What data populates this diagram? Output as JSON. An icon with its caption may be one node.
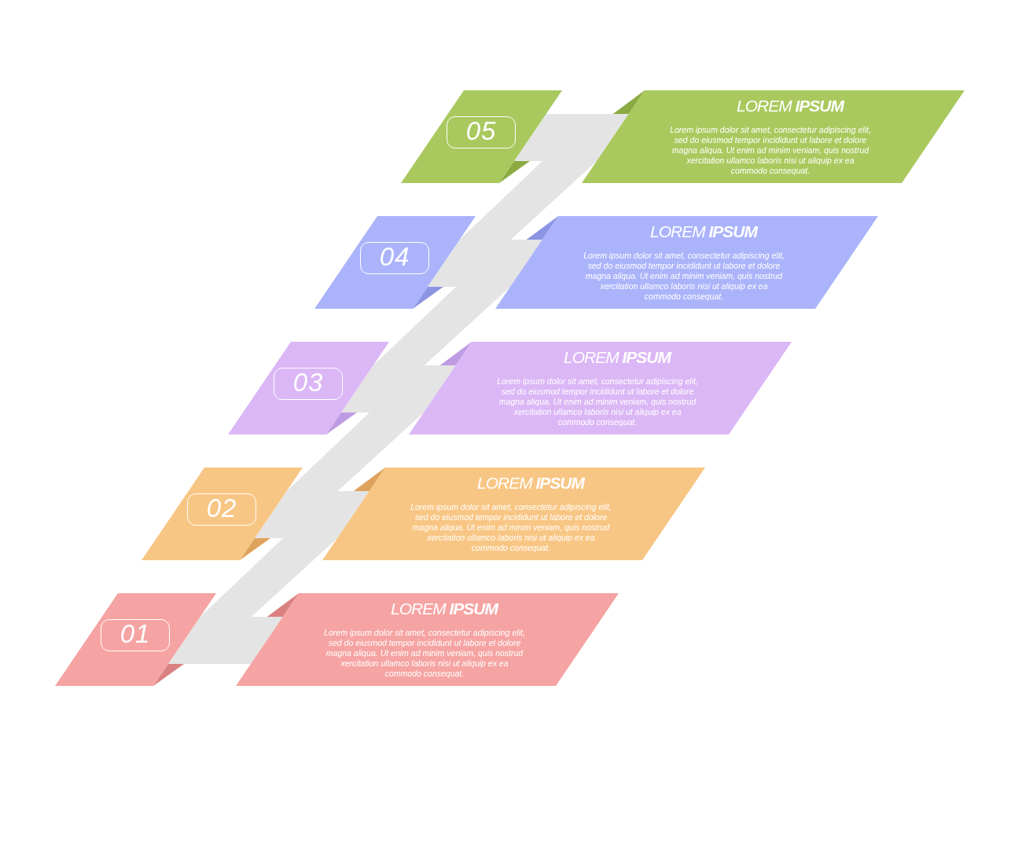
{
  "diagram": {
    "nodes": [
      {
        "text": [
          "05"
        ]
      },
      {
        "text": [
          "LOREM **IPSUM**",
          "Lorem ipsum dolor sit amet, consectetur adipiscing elit, sed do eiusmod tempor incididunt ut labore et dolore magna aliqua. Ut enim ad minim veniam, quis nostrud xercitation ullamco laboris nisi ut aliquip ex ea commodo consequat."
        ]
      },
      {
        "text": [
          "04"
        ]
      },
      {
        "text": [
          "LOREM **IPSUM**",
          "Lorem ipsum dolor sit amet, consectetur adipiscing elit, sed do eiusmod tempor incididunt ut labore et dolore magna aliqua. Ut enim ad minim veniam, quis nostrud xercitation ullamco laboris nisi ut aliquip ex ea commodo consequat."
        ]
      },
      {
        "text": [
          "03"
        ]
      },
      {
        "text": [
          "LOREM **IPSUM**",
          "Lorem ipsum dolor sit amet, consectetur adipiscing elit, sed do eiusmod tempor incididunt ut labore et dolore magna aliqua. Ut enim ad minim veniam, quis nostrud xercitation ullamco laboris nisi ut aliquip ex ea commodo consequat."
        ]
      },
      {
        "text": [
          "02"
        ]
      },
      {
        "text": [
          "LOREM **IPSUM**",
          "Lorem ipsum dolor sit amet, consectetur adipiscing elit, sed do eiusmod tempor incididunt ut labore et dolore magna aliqua. Ut enim ad minim veniam, quis nostrud xercitation ullamco laboris nisi ut aliquip ex ea commodo consequat."
        ]
      },
      {
        "text": [
          "01"
        ]
      },
      {
        "text": [
          "LOREM **IPSUM**",
          "Lorem ipsum dolor sit amet, consectetur adipiscing elit, sed do eiusmod tempor incididunt ut labore et dolore magna aliqua. Ut enim ad minim veniam, quis nostrud xercitation ullamco laboris nisi ut aliquip ex ea commodo consequat."
        ]
      }
    ],
    "edges": [
      {
        "from": 0,
        "to": 1,
        "arrow": "none"
      },
      {
        "from": 1,
        "to": 2,
        "arrow": "none"
      },
      {
        "from": 2,
        "to": 3,
        "arrow": "none"
      },
      {
        "from": 3,
        "to": 4,
        "arrow": "none"
      },
      {
        "from": 4,
        "to": 5,
        "arrow": "none"
      },
      {
        "from": 5,
        "to": 6,
        "arrow": "none"
      },
      {
        "from": 6,
        "to": 7,
        "arrow": "none"
      },
      {
        "from": 7,
        "to": 8,
        "arrow": "none"
      },
      {
        "from": 8,
        "to": 9,
        "arrow": "none"
      }
    ]
  }
}
